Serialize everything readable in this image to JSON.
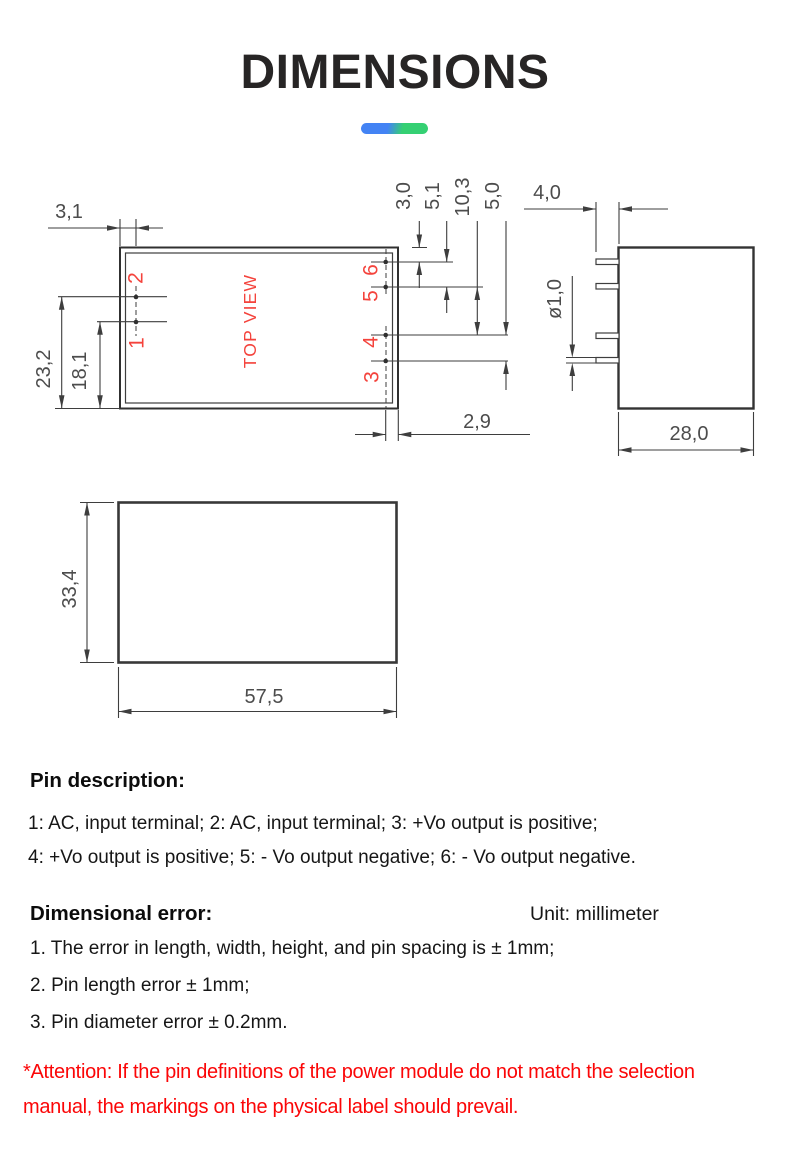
{
  "title": "DIMENSIONS",
  "colors": {
    "accent_blue": "#4383f4",
    "accent_green": "#35d073",
    "drawing_red": "#f4433c",
    "attention_red": "#fb0607",
    "line_gray": "#3e3e3e",
    "dim_text_gray": "#4c4c4c"
  },
  "drawing": {
    "top_view": {
      "title": "TOP VIEW",
      "pins": {
        "p1": "1",
        "p2": "2",
        "p3": "3",
        "p4": "4",
        "p5": "5",
        "p6": "6"
      },
      "dims": {
        "pin_col_offset_left": "3,1",
        "pin2_to_bottom": "23,2",
        "pin1_to_bottom": "18,1",
        "top_to_pin6": "3,0",
        "pin6_to_pin5": "5,1",
        "pin5_to_pin4": "10,3",
        "pin4_to_pin3": "5,0",
        "pin_col_offset_right": "2,9"
      }
    },
    "side_view": {
      "dims": {
        "pin_length": "4,0",
        "pin_diameter": "ø1,0",
        "body_width": "28,0"
      }
    },
    "front_view": {
      "dims": {
        "body_height": "33,4",
        "body_length": "57,5"
      }
    }
  },
  "pin_description": {
    "heading": "Pin description:",
    "line1": "1: AC, input terminal; 2: AC, input terminal; 3: +Vo output is positive;",
    "line2": "4: +Vo output is positive; 5: - Vo output negative; 6: - Vo output negative."
  },
  "dimensional_error": {
    "heading": "Dimensional error:",
    "unit": "Unit: millimeter",
    "items": [
      "1. The error in length, width, height, and pin spacing is ± 1mm;",
      "2. Pin length error ± 1mm;",
      "3. Pin diameter error ± 0.2mm."
    ]
  },
  "attention": {
    "line1": "*Attention: If the pin definitions of the power module do not match the selection",
    "line2": "manual, the markings on the physical label should prevail."
  }
}
